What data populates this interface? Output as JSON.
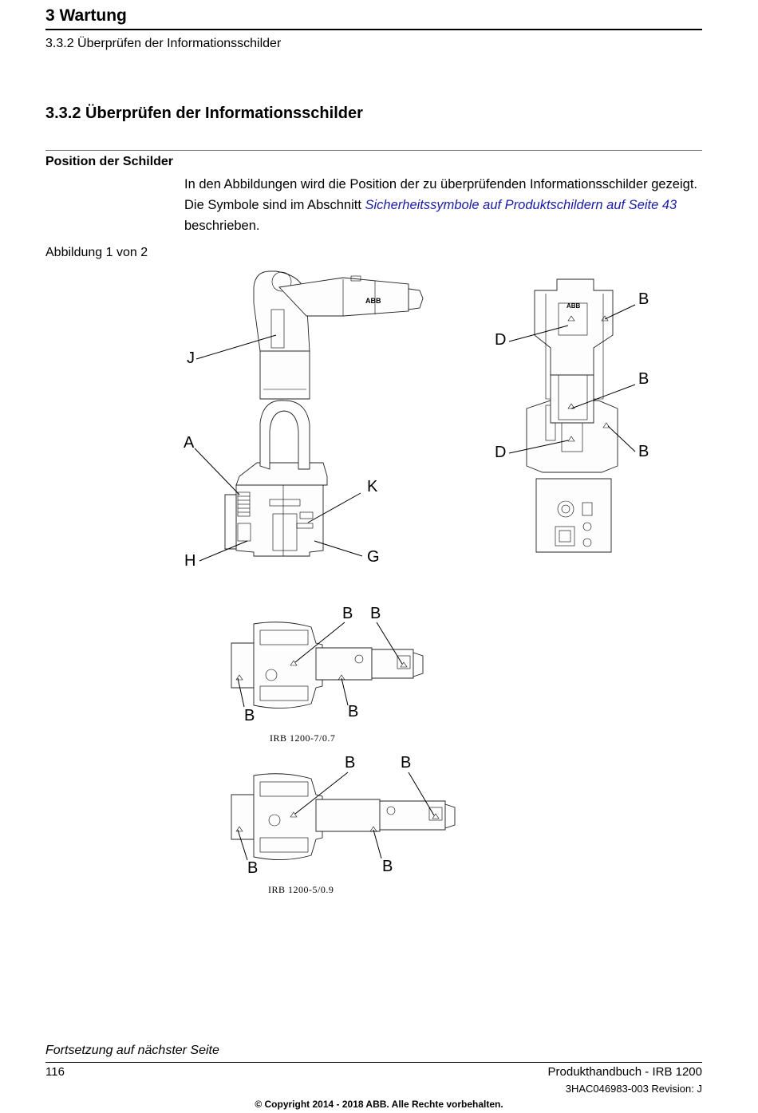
{
  "header": {
    "chapter": "3  Wartung",
    "section": "3.3.2  Überprüfen der Informationsschilder"
  },
  "section_title": "3.3.2  Überprüfen der Informationsschilder",
  "position_title": "Position der Schilder",
  "intro": {
    "text_before": "In den Abbildungen wird die Position der zu überprüfenden Informationsschilder gezeigt. Die Symbole sind im Abschnitt ",
    "link": "Sicherheitssymbole auf Produktschildern auf Seite 43",
    "text_after": " beschrieben."
  },
  "figure_label": "Abbildung 1 von 2",
  "figure": {
    "side_view_labels": {
      "j": "J",
      "a": "A",
      "k": "K",
      "h": "H",
      "g": "G"
    },
    "front_view_labels": {
      "b1": "B",
      "d1": "D",
      "b2": "B",
      "d2": "D",
      "b3": "B"
    },
    "top_view_1": {
      "labels": [
        "B",
        "B",
        "B",
        "B"
      ],
      "caption": "IRB 1200-7/0.7"
    },
    "top_view_2": {
      "labels": [
        "B",
        "B",
        "B",
        "B"
      ],
      "caption": "IRB 1200-5/0.9"
    },
    "brand_mark": "ABB"
  },
  "continuation": "Fortsetzung auf nächster Seite",
  "footer": {
    "page_number": "116",
    "manual": "Produkthandbuch - IRB 1200",
    "doc_id": "3HAC046983-003 Revision: J",
    "copyright": "© Copyright 2014 - 2018 ABB. Alle Rechte vorbehalten."
  }
}
